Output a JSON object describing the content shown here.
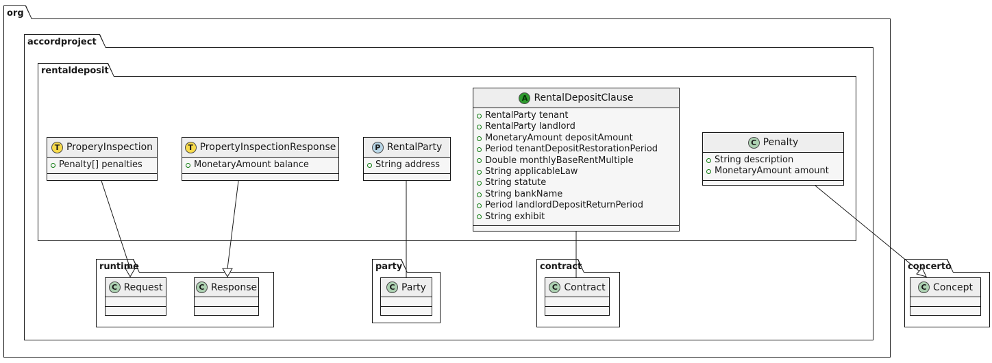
{
  "diagram": {
    "packages": {
      "org": {
        "label": "org"
      },
      "accordproject": {
        "label": "accordproject"
      },
      "rentaldeposit": {
        "label": "rentaldeposit"
      },
      "runtime": {
        "label": "runtime"
      },
      "party": {
        "label": "party"
      },
      "contract": {
        "label": "contract"
      },
      "concerto": {
        "label": "concerto"
      }
    },
    "classes": {
      "propery_inspection": {
        "spot": "T",
        "name": "ProperyInspection",
        "fields": [
          "Penalty[] penalties"
        ]
      },
      "property_inspection_response": {
        "spot": "T",
        "name": "PropertyInspectionResponse",
        "fields": [
          "MonetaryAmount balance"
        ]
      },
      "rental_party": {
        "spot": "P",
        "name": "RentalParty",
        "fields": [
          "String address"
        ]
      },
      "rental_deposit_clause": {
        "spot": "A",
        "name": "RentalDepositClause",
        "fields": [
          "RentalParty tenant",
          "RentalParty landlord",
          "MonetaryAmount depositAmount",
          "Period tenantDepositRestorationPeriod",
          "Double monthlyBaseRentMultiple",
          "String applicableLaw",
          "String statute",
          "String bankName",
          "Period landlordDepositReturnPeriod",
          "String exhibit"
        ]
      },
      "penalty": {
        "spot": "C",
        "name": "Penalty",
        "fields": [
          "String description",
          "MonetaryAmount amount"
        ]
      },
      "request": {
        "spot": "C",
        "name": "Request"
      },
      "response": {
        "spot": "C",
        "name": "Response"
      },
      "party_cls": {
        "spot": "C",
        "name": "Party"
      },
      "contract_cls": {
        "spot": "C",
        "name": "Contract"
      },
      "concept": {
        "spot": "C",
        "name": "Concept"
      }
    },
    "relations": [
      {
        "from": "ProperyInspection",
        "to": "runtime.Request",
        "type": "generalization"
      },
      {
        "from": "PropertyInspectionResponse",
        "to": "runtime.Response",
        "type": "generalization"
      },
      {
        "from": "RentalParty",
        "to": "party.Party",
        "type": "association"
      },
      {
        "from": "RentalDepositClause",
        "to": "contract.Contract",
        "type": "association"
      },
      {
        "from": "Penalty",
        "to": "concerto.Concept",
        "type": "generalization"
      }
    ],
    "colors": {
      "border": "#181818",
      "class_header_bg": "#EEEEEE",
      "class_body_bg": "#F6F6F6",
      "spot_typedef": "#F8DB4C",
      "spot_protocol": "#B9D7E8",
      "spot_abstract": "#2E9B2E",
      "spot_class": "#ADD1B2",
      "field_dot": "#0E7A0E"
    }
  }
}
